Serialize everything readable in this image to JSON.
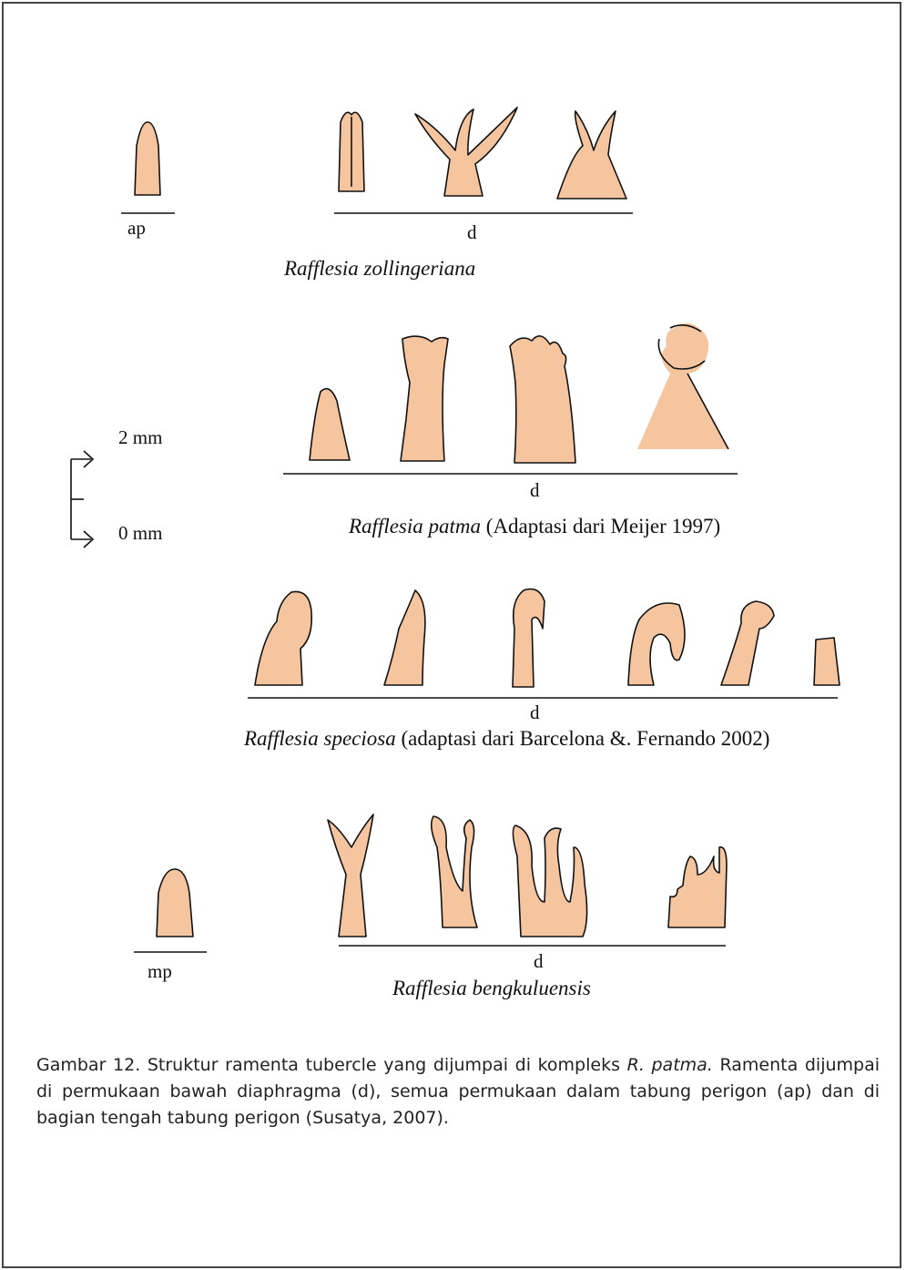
{
  "labels": {
    "ap": "ap",
    "mp": "mp",
    "d": "d",
    "scale_top": "2 mm",
    "scale_bottom": "0 mm"
  },
  "species": {
    "zollingeriana": "Rafflesia  zollingeriana",
    "patma_name": "Rafflesia  patma",
    "patma_note": " (Adaptasi dari Meijer 1997)",
    "speciosa_name": "Rafflesia  speciosa",
    "speciosa_note": " (adaptasi dari Barcelona &. Fernando 2002)",
    "bengkuluensis": "Rafflesia  bengkuluensis"
  },
  "caption": {
    "prefix": "Gambar 12.  Struktur ramenta tubercle yang dijumpai di kompleks ",
    "italic": "R. patma.",
    "suffix": "  Ramenta dijumpai di permukaan bawah diaphragma (d), semua permukaan dalam tabung perigon (ap) dan di bagian tengah tabung perigon (Susatya, 2007)."
  },
  "colors": {
    "ramenta_fill": "#f5c5a0",
    "outline": "#111111"
  }
}
